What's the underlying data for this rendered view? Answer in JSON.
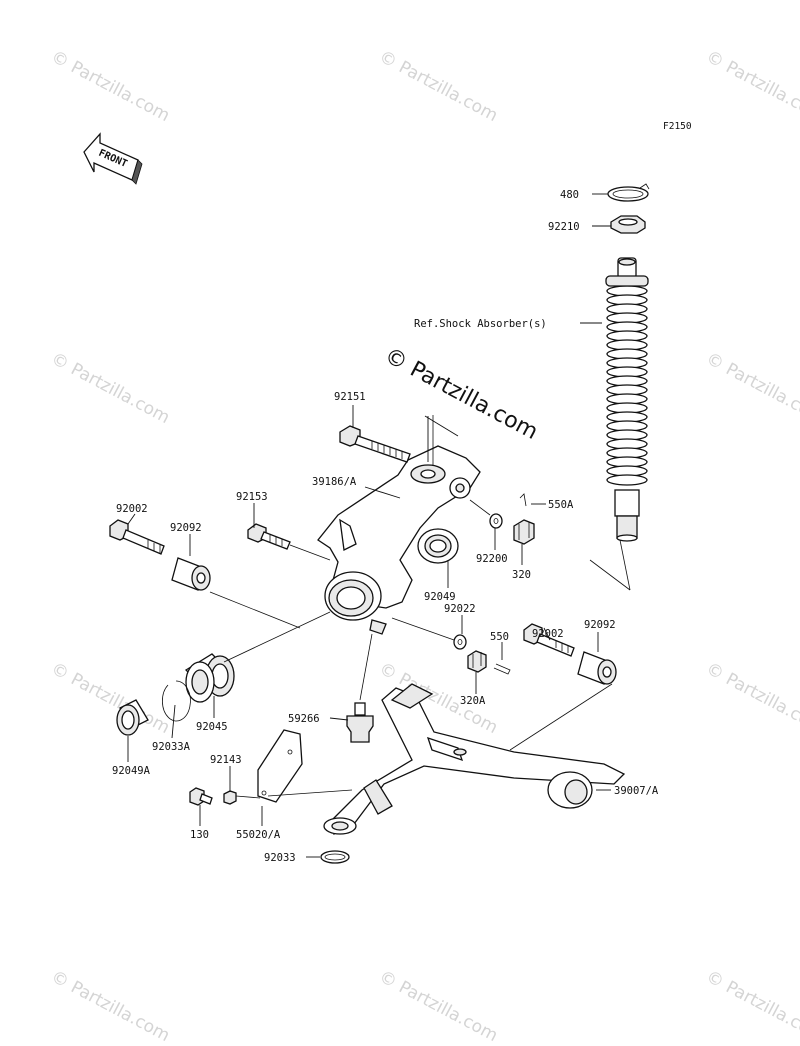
{
  "diagram_code": "F2150",
  "front_label": "FRONT",
  "watermarks": {
    "center": "© Partzilla.com",
    "tile": "© Partzilla.com"
  },
  "parts": {
    "p480": "480",
    "p92210": "92210",
    "shock_ref": "Ref.Shock Absorber(s)",
    "p92151": "92151",
    "p39186A": "39186/A",
    "p550A": "550A",
    "p92002_left": "92002",
    "p92092_left": "92092",
    "p92153": "92153",
    "p92200": "92200",
    "p320": "320",
    "p92049": "92049",
    "p92022": "92022",
    "p92002_right": "92002",
    "p92092_right": "92092",
    "p550": "550",
    "p320A": "320A",
    "p92045": "92045",
    "p92033A": "92033A",
    "p92049A": "92049A",
    "p59266": "59266",
    "p92143": "92143",
    "p130": "130",
    "p55020A": "55020/A",
    "p39007A": "39007/A",
    "p92033": "92033"
  }
}
